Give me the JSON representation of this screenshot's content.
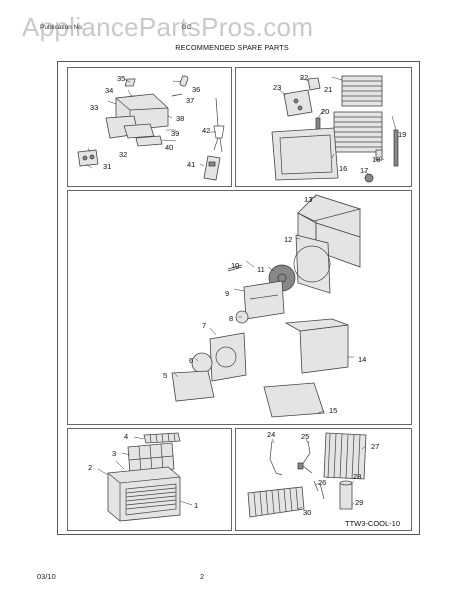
{
  "page": {
    "watermark": "AppliancePartsPros.com",
    "subtitle_left": "Publication No.",
    "subtitle_model": "GC",
    "title": "RECOMMENDED SPARE PARTS",
    "footer_date": "03/10",
    "footer_page": "2"
  },
  "panels": {
    "controls": {
      "labels": [
        "35",
        "36",
        "34",
        "37",
        "33",
        "38",
        "39",
        "40",
        "32",
        "31",
        "42",
        "41"
      ]
    },
    "front_grille": {
      "labels": [
        "22",
        "23",
        "21",
        "20",
        "19",
        "16",
        "18",
        "17"
      ]
    },
    "chassis": {
      "labels": [
        "13",
        "12",
        "10",
        "11",
        "9",
        "8",
        "7",
        "14",
        "6",
        "5",
        "15"
      ]
    },
    "cabinet": {
      "labels": [
        "4",
        "3",
        "2",
        "1"
      ]
    },
    "refrigeration": {
      "labels": [
        "24",
        "25",
        "27",
        "28",
        "26",
        "29",
        "30"
      ],
      "code": "TTW3-COOL-10"
    }
  }
}
